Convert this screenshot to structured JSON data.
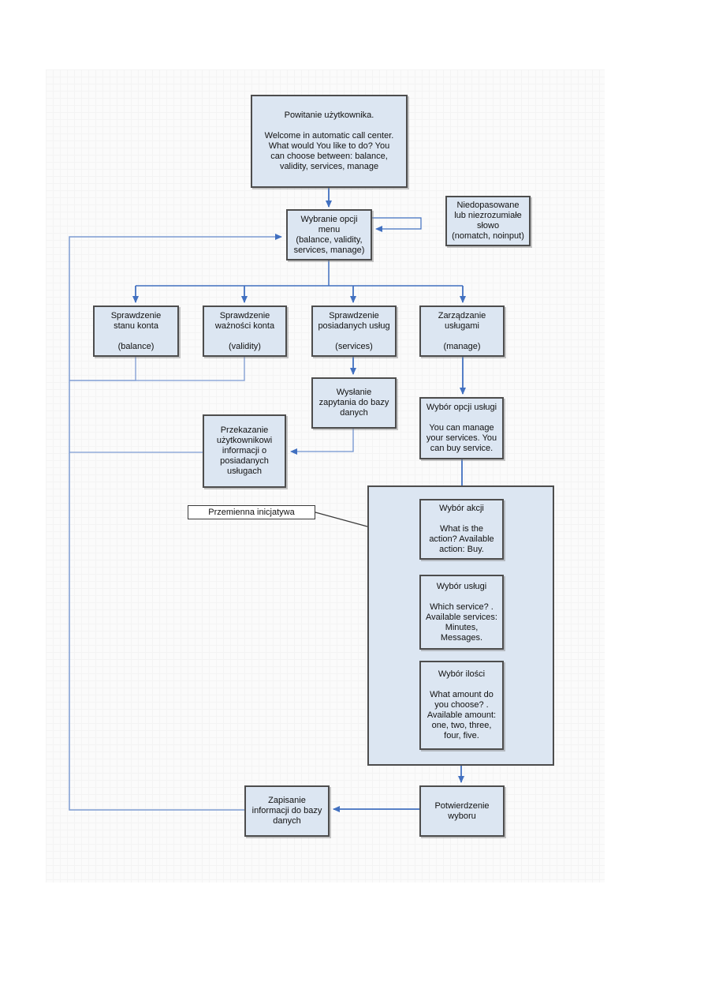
{
  "diagram": {
    "title": "Automatic call center IVR dialog flowchart",
    "colors": {
      "node_fill": "#dce6f2",
      "node_border": "#4d4d4d",
      "arrow_blue": "#4170c0",
      "feedback_blue": "#7d9bd2",
      "callout_line": "#3a3a3a",
      "canvas_bg": "#fbfbfb"
    },
    "nodes": {
      "powitanie": {
        "text": "Powitanie użytkownika.\n\nWelcome in automatic call center.\nWhat would You like to do? You\ncan choose between: balance,\nvalidity, services, manage"
      },
      "wybranie": {
        "text": "Wybranie opcji\nmenu\n(balance, validity,\nservices, manage)"
      },
      "niedopasowane": {
        "text": "Niedopasowane\nlub niezrozumiałe\nsłowo\n(nomatch, noinput)"
      },
      "balance": {
        "text": "Sprawdzenie\nstanu konta\n\n(balance)"
      },
      "validity": {
        "text": "Sprawdzenie\nważności konta\n\n(validity)"
      },
      "services": {
        "text": "Sprawdzenie\nposiadanych usług\n\n(services)"
      },
      "manage": {
        "text": "Zarządzanie\nusługami\n\n(manage)"
      },
      "wyslanie": {
        "text": "Wysłanie\nzapytania do bazy\ndanych"
      },
      "przekazanie": {
        "text": "Przekazanie\nużytkownikowi\ninformacji o\nposiadanych\nusługach"
      },
      "wybor_opcji": {
        "text": "Wybór opcji usługi\n\nYou can manage\nyour services. You\ncan buy service."
      },
      "akcja": {
        "text": "Wybór akcji\n\nWhat is the\naction? Available\naction: Buy."
      },
      "usluga": {
        "text": "Wybór usługi\n\nWhich service? .\nAvailable services:\nMinutes,\nMessages."
      },
      "ilosc": {
        "text": "Wybór ilości\n\nWhat amount do\nyou choose? .\nAvailable amount:\none, two, three,\nfour, five."
      },
      "zapisanie": {
        "text": "Zapisanie\ninformacji do bazy\ndanych"
      },
      "potwierdzenie": {
        "text": "Potwierdzenie\nwyboru"
      },
      "przemienna": {
        "text": "Przemienna inicjatywa"
      }
    }
  }
}
